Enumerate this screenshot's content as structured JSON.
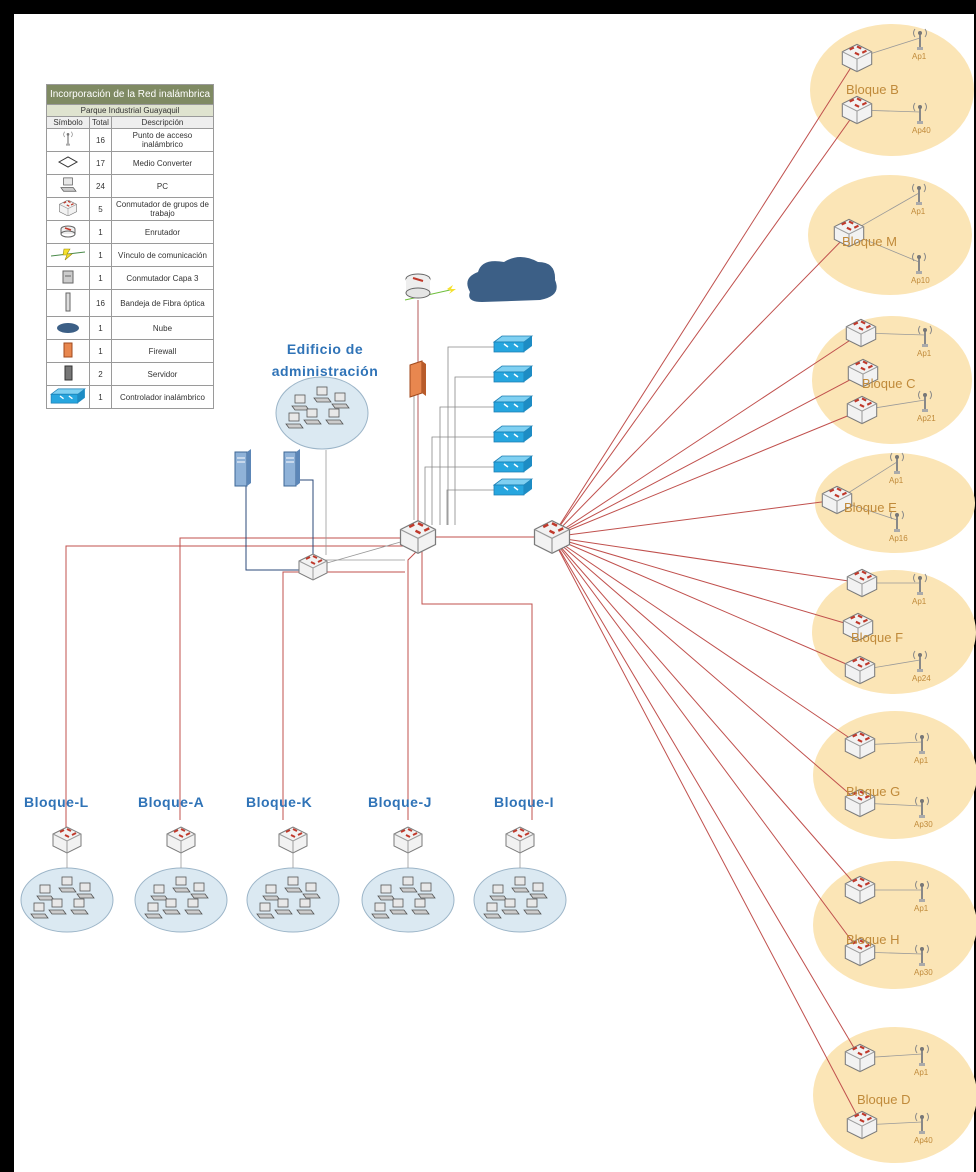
{
  "legend": {
    "title": "Incorporación de la Red inalámbrica",
    "subtitle": "Parque Industrial Guayaquil",
    "headers": [
      "Símbolo",
      "Total",
      "Descripción"
    ],
    "rows": [
      {
        "icon": "access-point-icon",
        "total": "16",
        "desc": "Punto de acceso inalámbrico"
      },
      {
        "icon": "media-converter-icon",
        "total": "17",
        "desc": "Medio Converter"
      },
      {
        "icon": "pc-icon",
        "total": "24",
        "desc": "PC"
      },
      {
        "icon": "workgroup-switch-icon",
        "total": "5",
        "desc": "Conmutador de grupos de trabajo"
      },
      {
        "icon": "router-icon",
        "total": "1",
        "desc": "Enrutador"
      },
      {
        "icon": "communication-link-icon",
        "total": "1",
        "desc": "Vínculo de comunicación"
      },
      {
        "icon": "layer3-switch-icon",
        "total": "1",
        "desc": "Conmutador Capa 3"
      },
      {
        "icon": "fiber-tray-icon",
        "total": "16",
        "desc": "Bandeja de Fibra óptica"
      },
      {
        "icon": "cloud-icon",
        "total": "1",
        "desc": "Nube"
      },
      {
        "icon": "firewall-icon",
        "total": "1",
        "desc": "Firewall"
      },
      {
        "icon": "server-icon",
        "total": "2",
        "desc": "Servidor"
      },
      {
        "icon": "wireless-controller-icon",
        "total": "1",
        "desc": "Controlador inalámbrico"
      }
    ]
  },
  "admin": {
    "title_line1": "Edificio de",
    "title_line2": "administración"
  },
  "bottom_blocks": [
    {
      "name": "Bloque-L"
    },
    {
      "name": "Bloque-A"
    },
    {
      "name": "Bloque-K"
    },
    {
      "name": "Bloque-J"
    },
    {
      "name": "Bloque-I"
    }
  ],
  "right_blocks": [
    {
      "name": "Bloque B",
      "aps": [
        "Ap1",
        "Ap40"
      ]
    },
    {
      "name": "Bloque M",
      "aps": [
        "Ap1",
        "Ap10"
      ]
    },
    {
      "name": "Bloque C",
      "aps": [
        "Ap1",
        "Ap21"
      ]
    },
    {
      "name": "Bloque E",
      "aps": [
        "Ap1",
        "Ap16"
      ]
    },
    {
      "name": "Bloque F",
      "aps": [
        "Ap1",
        "Ap24"
      ]
    },
    {
      "name": "Bloque G",
      "aps": [
        "Ap1",
        "Ap30"
      ]
    },
    {
      "name": "Bloque H",
      "aps": [
        "Ap1",
        "Ap30"
      ]
    },
    {
      "name": "Bloque D",
      "aps": [
        "Ap1",
        "Ap40"
      ]
    }
  ],
  "colors": {
    "link": "#c0504d",
    "block_bg": "#fbe5b6",
    "lan_bg": "#dbe9f2",
    "title_blue": "#2f73b7",
    "switch_blue": "#27a6df",
    "cloud": "#3c5f86"
  }
}
